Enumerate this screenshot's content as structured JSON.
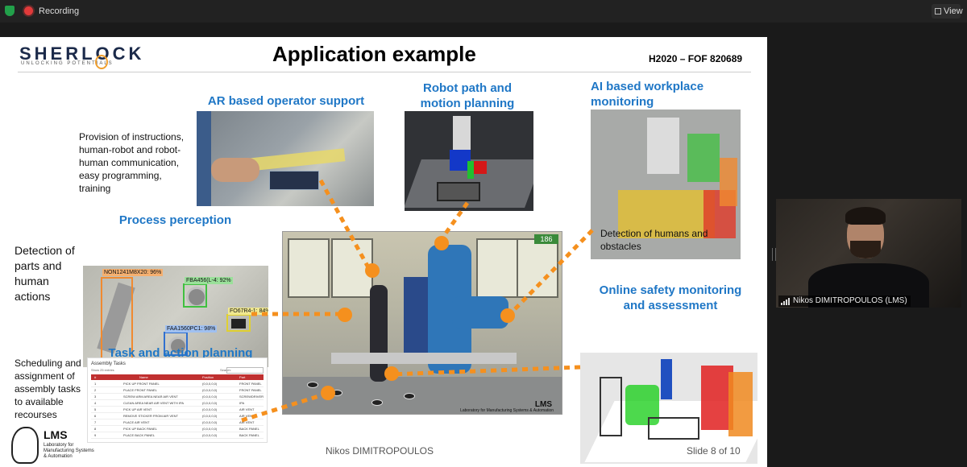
{
  "topbar": {
    "recording_label": "Recording",
    "view_label": "View"
  },
  "slide": {
    "logo_text": "SHERLOCK",
    "logo_tagline": "UNLOCKING POTENTIALS",
    "title": "Application example",
    "project_code": "H2020 – FOF 820689",
    "sections": {
      "ar": {
        "heading": "AR based operator support",
        "description": [
          "Provision of instructions,",
          "human-robot and robot-",
          "human communication,",
          "easy programming,",
          "training"
        ]
      },
      "robot": {
        "heading": [
          "Robot path and",
          "motion planning"
        ]
      },
      "ai": {
        "heading": [
          "AI based workplace",
          "monitoring"
        ],
        "description": [
          "Detection of humans and",
          "obstacles"
        ]
      },
      "process": {
        "heading": "Process perception",
        "description": [
          "Detection of",
          "parts and",
          "human",
          "actions"
        ],
        "detections": [
          {
            "label": "NON1241M8X20: 96%",
            "color": "#f08a30"
          },
          {
            "label": "FBA456(L-4: 92%",
            "color": "#40c040"
          },
          {
            "label": "FO67R4-1: 84%",
            "color": "#e0d030"
          },
          {
            "label": "FAA1560PC1: 98%",
            "color": "#3070d0"
          }
        ]
      },
      "task": {
        "heading": "Task and action planning",
        "description": [
          "Scheduling and",
          "assignment of",
          "assembly tasks",
          "to available",
          "recourses"
        ],
        "table": {
          "title": "Assembly Tasks",
          "show_label": "Show 25 entries",
          "search_label": "Search:",
          "columns": [
            "#",
            "Name",
            "Position",
            "Part"
          ],
          "rows": [
            [
              "1",
              "PICK UP FRONT PANEL",
              "(0,0,0,0,0)",
              "FRONT PANEL"
            ],
            [
              "2",
              "PLACE FRONT PANEL",
              "(0,0,0,0,0)",
              "FRONT PANEL"
            ],
            [
              "3",
              "SCREW ARM AREA NEAR AIR VENT",
              "(0,0,0,0,0)",
              "SCREWDRIVER"
            ],
            [
              "4",
              "CLEAN AREA NEAR AIR VENT WITH IPA",
              "(0,0,0,0,0)",
              "IPA"
            ],
            [
              "5",
              "PICK UP AIR VENT",
              "(0,0,0,0,0)",
              "AIR VENT"
            ],
            [
              "6",
              "REMOVE STICKER FROM AIR VENT",
              "(0,0,0,0,0)",
              "AIR VENT"
            ],
            [
              "7",
              "PLACE AIR VENT",
              "(0,0,0,0,0)",
              "AIR VENT"
            ],
            [
              "8",
              "PICK UP BACK PANEL",
              "(0,0,0,0,0)",
              "BACK PANEL"
            ],
            [
              "9",
              "PLACE BACK PANEL",
              "(0,0,0,0,0)",
              "BACK PANEL"
            ]
          ]
        }
      },
      "safety": {
        "heading": [
          "Online safety monitoring",
          "and assessment"
        ]
      }
    },
    "center_badge": "186",
    "center_watermark": "LMS",
    "center_watermark_sub": "Laboratory for Manufacturing Systems & Automation",
    "lms_logo": {
      "name": "LMS",
      "subtitle": [
        "Laboratory for",
        "Manufacturing Systems",
        "& Automation"
      ]
    },
    "footer": {
      "presenter": "Nikos DIMITROPOULOS",
      "slide_number": "Slide 8 of 10"
    },
    "connector_color": "#f5901e"
  },
  "participant": {
    "name": "Nikos DIMITROPOULOS (LMS)"
  }
}
